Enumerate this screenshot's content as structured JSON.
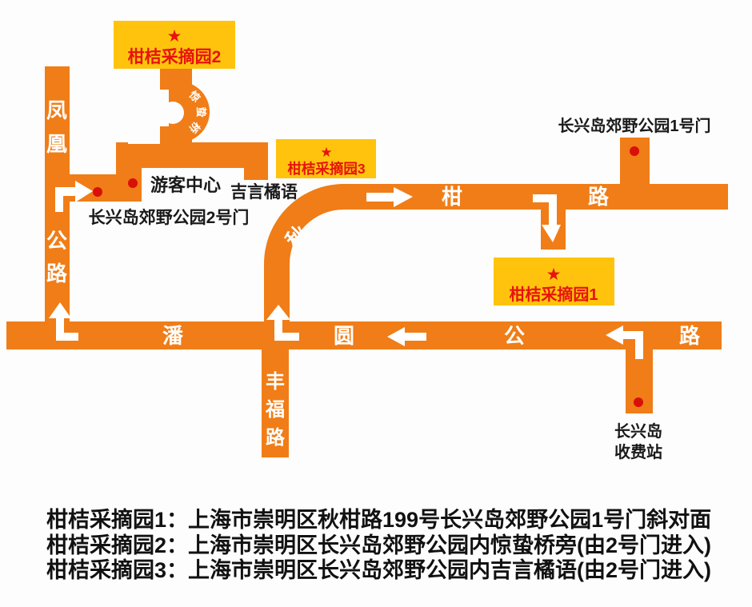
{
  "map": {
    "star_glyph": "★",
    "garden_badges": [
      {
        "label": "柑桔采摘园1"
      },
      {
        "label": "柑桔采摘园2"
      },
      {
        "label": "柑桔采摘园3"
      }
    ],
    "road_labels": {
      "fenghuang": [
        "凤",
        "凰",
        "公",
        "路"
      ],
      "panyuan": [
        "潘",
        "圆",
        "公",
        "路"
      ],
      "fengfu": [
        "丰",
        "福",
        "路"
      ],
      "qiugan": [
        "秋",
        "柑",
        "路"
      ],
      "jingzhe_bridge": [
        "惊",
        "蛰",
        "桥"
      ]
    },
    "places": {
      "gate1": "长兴岛郊野公园1号门",
      "gate2": "长兴岛郊野公园2号门",
      "visitor_center": "游客中心",
      "jiyanjuyu": "吉言橘语",
      "toll_line1": "长兴岛",
      "toll_line2": "收费站"
    }
  },
  "legend": {
    "lines": [
      "柑桔采摘园1：上海市崇明区秋柑路199号长兴岛郊野公园1号门斜对面",
      "柑桔采摘园2：上海市崇明区长兴岛郊野公园内惊蛰桥旁(由2号门进入)",
      "柑桔采摘园3：上海市崇明区长兴岛郊野公园内吉言橘语(由2号门进入)"
    ]
  },
  "colors": {
    "road_orange": "#F07D17",
    "badge_yellow": "#FFC30D",
    "accent_red": "#E7130C",
    "dot_red": "#D90F0A",
    "label_black": "#1A1A1A",
    "arrow_white": "#FFFFFF"
  }
}
